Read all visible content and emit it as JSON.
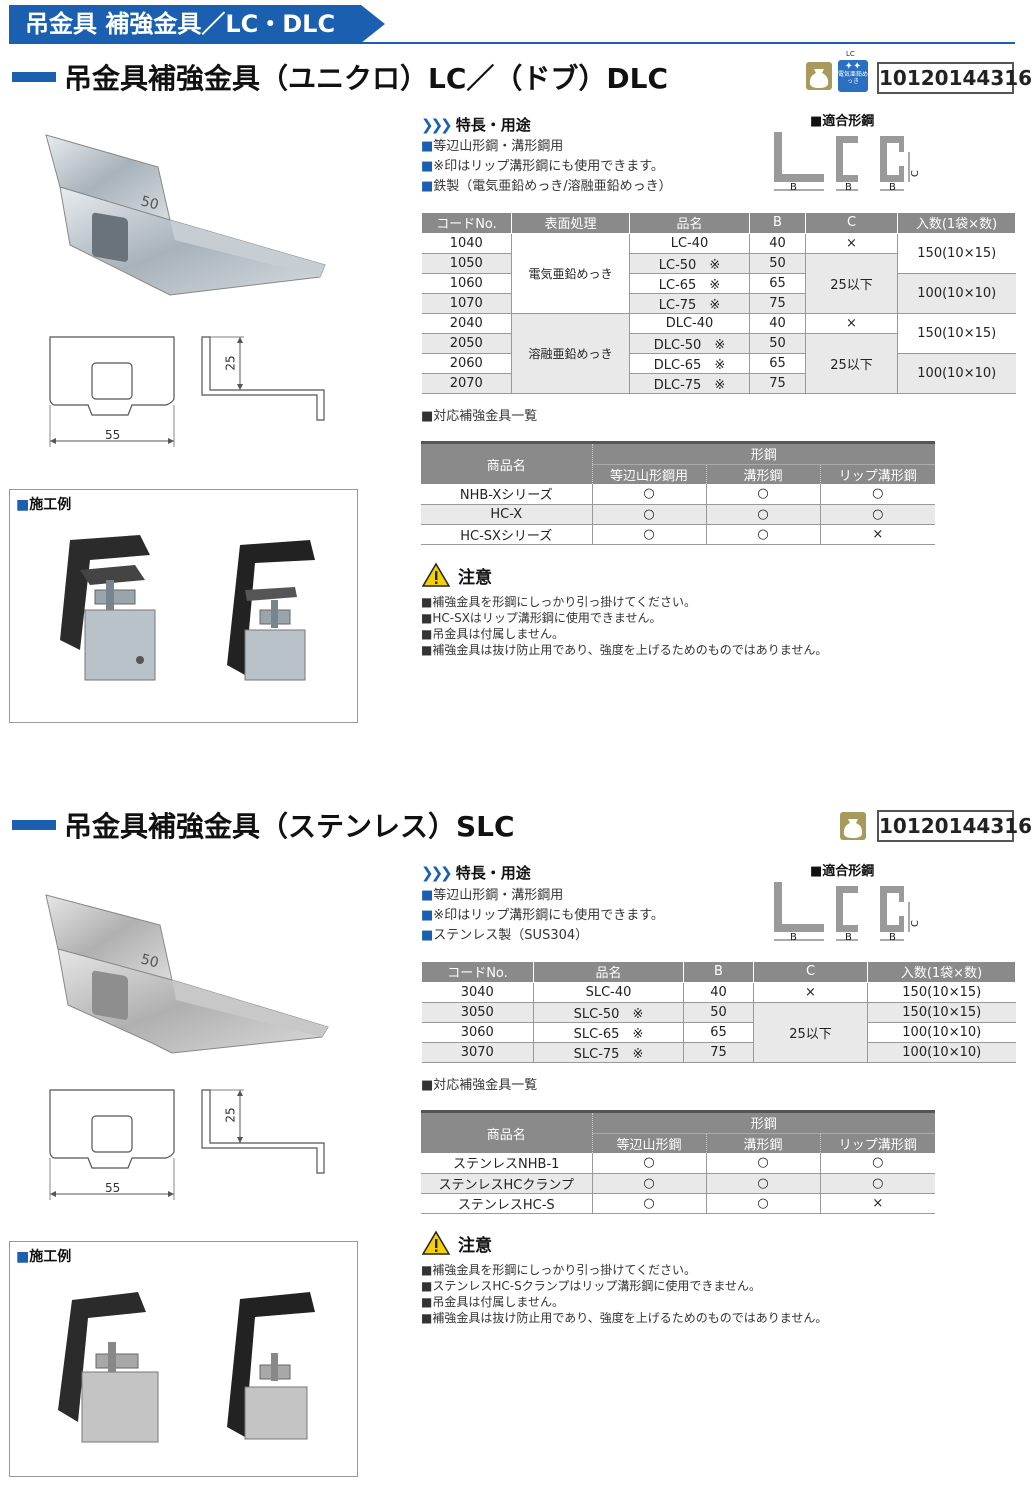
{
  "category": "吊金具 補強金具／LC・DLC",
  "section1": {
    "title": "吊金具補強金具（ユニクロ）LC／（ドブ）DLC",
    "code": "10120144316",
    "badge_lc": "LC",
    "badge_text": "電気亜鉛めっき",
    "dim_width": "55",
    "dim_height": "25",
    "features_heading": "特長・用途",
    "features": [
      "等辺山形鋼・溝形鋼用",
      "※印はリップ溝形鋼にも使用できます。",
      "鉄製（電気亜鉛めっき/溶融亜鉛めっき）"
    ],
    "fit_steel_heading": "■適合形鋼",
    "fit_labels": {
      "b1": "B",
      "b2": "B",
      "b3": "B",
      "c": "C"
    },
    "spec_headers": [
      "コードNo.",
      "表面処理",
      "品名",
      "B",
      "C",
      "入数(1袋×数)"
    ],
    "spec_rows": [
      {
        "code": "1040",
        "name": "LC-40",
        "b": "40"
      },
      {
        "code": "1050",
        "name": "LC-50　※",
        "b": "50"
      },
      {
        "code": "1060",
        "name": "LC-65　※",
        "b": "65"
      },
      {
        "code": "1070",
        "name": "LC-75　※",
        "b": "75"
      },
      {
        "code": "2040",
        "name": "DLC-40",
        "b": "40"
      },
      {
        "code": "2050",
        "name": "DLC-50　※",
        "b": "50"
      },
      {
        "code": "2060",
        "name": "DLC-65　※",
        "b": "65"
      },
      {
        "code": "2070",
        "name": "DLC-75　※",
        "b": "75"
      }
    ],
    "surface": [
      "電気亜鉛めっき",
      "溶融亜鉛めっき"
    ],
    "c_values": [
      "×",
      "25以下",
      "×",
      "25以下"
    ],
    "qty_values": [
      "150(10×15)",
      "100(10×10)",
      "150(10×15)",
      "100(10×10)"
    ],
    "compat_heading": "■対応補強金具一覧",
    "compat_headers": {
      "product": "商品名",
      "group": "形鋼",
      "cols": [
        "等辺山形鋼用",
        "溝形鋼",
        "リップ溝形鋼"
      ]
    },
    "compat_rows": [
      {
        "name": "NHB-Xシリーズ",
        "v": [
          "○",
          "○",
          "○"
        ]
      },
      {
        "name": "HC-X",
        "v": [
          "○",
          "○",
          "○"
        ]
      },
      {
        "name": "HC-SXシリーズ",
        "v": [
          "○",
          "○",
          "×"
        ]
      }
    ],
    "caution_heading": "注意",
    "cautions": [
      "■補強金具を形鋼にしっかり引っ掛けてください。",
      "■HC-SXはリップ溝形鋼に使用できません。",
      "■吊金具は付属しません。",
      "■補強金具は抜け防止用であり、強度を上げるためのものではありません。"
    ],
    "example_heading": "施工例",
    "part_stamp": "50"
  },
  "section2": {
    "title": "吊金具補強金具（ステンレス）SLC",
    "code": "10120144316",
    "dim_width": "55",
    "dim_height": "25",
    "features_heading": "特長・用途",
    "features": [
      "等辺山形鋼・溝形鋼用",
      "※印はリップ溝形鋼にも使用できます。",
      "ステンレス製（SUS304）"
    ],
    "fit_steel_heading": "■適合形鋼",
    "fit_labels": {
      "b1": "B",
      "b2": "B",
      "b3": "B",
      "c": "C"
    },
    "spec_headers": [
      "コードNo.",
      "品名",
      "B",
      "C",
      "入数(1袋×数)"
    ],
    "spec_rows": [
      {
        "code": "3040",
        "name": "SLC-40",
        "b": "40",
        "qty": "150(10×15)"
      },
      {
        "code": "3050",
        "name": "SLC-50　※",
        "b": "50",
        "qty": "150(10×15)"
      },
      {
        "code": "3060",
        "name": "SLC-65　※",
        "b": "65",
        "qty": "100(10×10)"
      },
      {
        "code": "3070",
        "name": "SLC-75　※",
        "b": "75",
        "qty": "100(10×10)"
      }
    ],
    "c_values": [
      "×",
      "25以下"
    ],
    "compat_heading": "■対応補強金具一覧",
    "compat_headers": {
      "product": "商品名",
      "group": "形鋼",
      "cols": [
        "等辺山形鋼",
        "溝形鋼",
        "リップ溝形鋼"
      ]
    },
    "compat_rows": [
      {
        "name": "ステンレスNHB-1",
        "v": [
          "○",
          "○",
          "○"
        ]
      },
      {
        "name": "ステンレスHCクランプ",
        "v": [
          "○",
          "○",
          "○"
        ]
      },
      {
        "name": "ステンレスHC-S",
        "v": [
          "○",
          "○",
          "×"
        ]
      }
    ],
    "caution_heading": "注意",
    "cautions": [
      "■補強金具を形鋼にしっかり引っ掛けてください。",
      "■ステンレスHC-Sクランプはリップ溝形鋼に使用できません。",
      "■吊金具は付属しません。",
      "■補強金具は抜け防止用であり、強度を上げるためのものではありません。"
    ],
    "example_heading": "施工例",
    "part_stamp": "50"
  }
}
